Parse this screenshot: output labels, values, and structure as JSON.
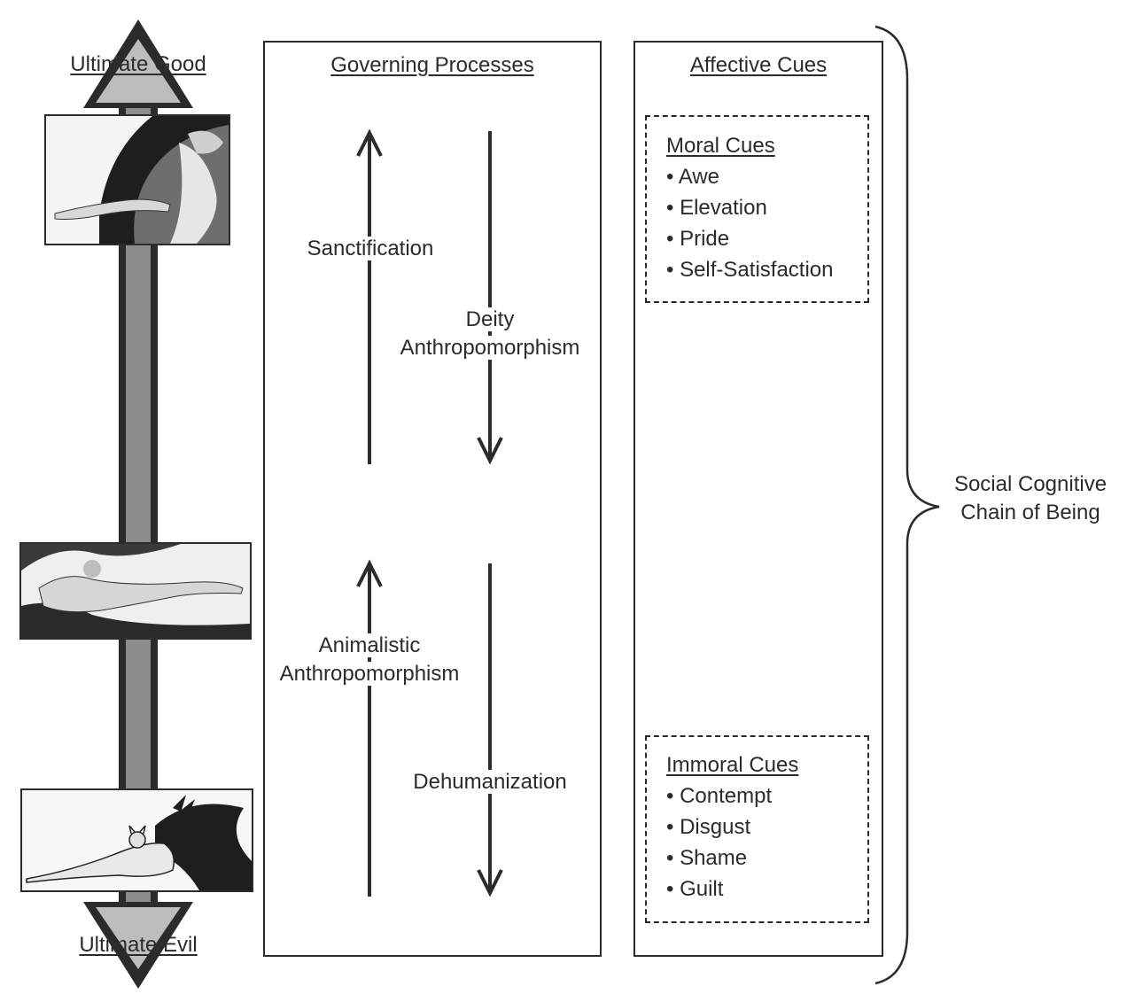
{
  "axis": {
    "top_label": "Ultimate Good",
    "bottom_label": "Ultimate Evil",
    "images": [
      {
        "depicts": "deity-hand-reaching"
      },
      {
        "depicts": "human-reaching"
      },
      {
        "depicts": "devil-figure"
      }
    ]
  },
  "governing_processes": {
    "title": "Governing Processes",
    "upper_up": "Sanctification",
    "upper_down": [
      "Deity",
      "Anthropomorphism"
    ],
    "lower_up": [
      "Animalistic",
      "Anthropomorphism"
    ],
    "lower_down": "Dehumanization"
  },
  "affective_cues": {
    "title": "Affective Cues",
    "moral": {
      "title": "Moral Cues",
      "items": [
        "Awe",
        "Elevation",
        "Pride",
        "Self-Satisfaction"
      ]
    },
    "immoral": {
      "title": "Immoral Cues",
      "items": [
        "Contempt",
        "Disgust",
        "Shame",
        "Guilt"
      ]
    }
  },
  "brace_label": [
    "Social Cognitive",
    "Chain of Being"
  ],
  "colors": {
    "line": "#2b2b2b",
    "bar_fill": "#8c8c8c",
    "arrow_light": "#bdbdbd"
  }
}
